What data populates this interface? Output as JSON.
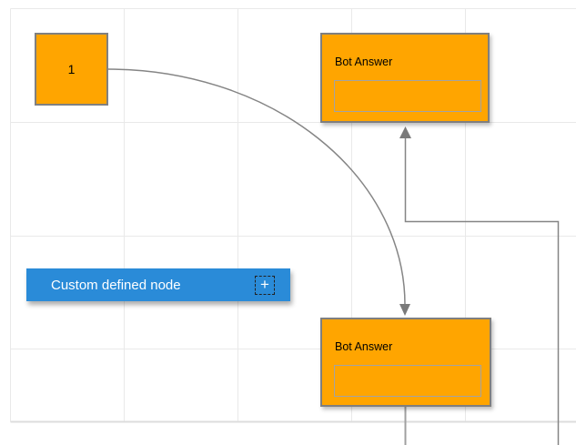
{
  "diagram": {
    "background": "#ffffff",
    "grid": {
      "line_color": "#e9e9e9",
      "boundary_color": "#dddddd"
    },
    "connectors": {
      "color": "#858585",
      "arrow_color": "#7a7a7a"
    },
    "nodes": {
      "number_node": {
        "label": "1",
        "fill": "#FFA500",
        "border_color": "#808080",
        "text_color": "#000000"
      },
      "bot_answer_top": {
        "title": "Bot Answer",
        "input_value": "",
        "fill": "#FFA500",
        "border_color": "#7f7f7f"
      },
      "bot_answer_bottom": {
        "title": "Bot Answer",
        "input_value": "",
        "fill": "#FFA500",
        "border_color": "#7f7f7f"
      },
      "custom_defined_node": {
        "label": "Custom defined node",
        "fill": "#2A8BD8",
        "text_color": "#ffffff",
        "icons": {
          "add": "+"
        }
      }
    }
  }
}
